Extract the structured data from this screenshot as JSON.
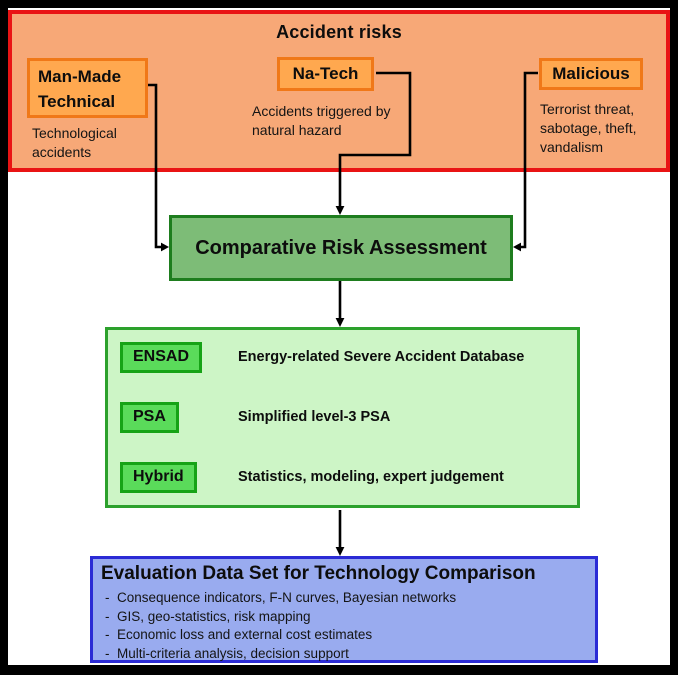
{
  "risk_section": {
    "title": "Accident risks",
    "items": [
      {
        "label": "Man-Made\nTechnical",
        "desc": "Technological accidents"
      },
      {
        "label": "Na-Tech",
        "desc": "Accidents triggered by natural hazard"
      },
      {
        "label": "Malicious",
        "desc": "Terrorist threat, sabotage, theft, vandalism"
      }
    ]
  },
  "cra": {
    "label": "Comparative Risk Assessment"
  },
  "methods": {
    "rows": [
      {
        "tag": "ENSAD",
        "desc": "Energy-related Severe Accident Database"
      },
      {
        "tag": "PSA",
        "desc": "Simplified level-3 PSA"
      },
      {
        "tag": "Hybrid",
        "desc": "Statistics, modeling, expert judgement"
      }
    ]
  },
  "evaluation": {
    "title": "Evaluation Data Set for Technology Comparison",
    "bullet_marker": "-",
    "bullets": [
      "Consequence indicators, F-N curves, Bayesian networks",
      "GIS, geo-statistics, risk mapping",
      "Economic loss and external cost estimates",
      "Multi-criteria analysis, decision support"
    ]
  },
  "colors": {
    "frame": "#000000",
    "risk_section_bg": "#F7A877",
    "risk_section_border": "#E91414",
    "risk_box_bg": "#FFA84F",
    "risk_box_border": "#F07818",
    "cra_bg": "#7DBC77",
    "cra_border": "#1E7D1E",
    "methods_panel_bg": "#CDF5C6",
    "methods_panel_border": "#2CA12C",
    "method_tag_bg": "#5ADB5A",
    "method_tag_border": "#16A316",
    "eval_bg": "#99ABEF",
    "eval_border": "#2B2BD5",
    "connector": "#000000"
  }
}
